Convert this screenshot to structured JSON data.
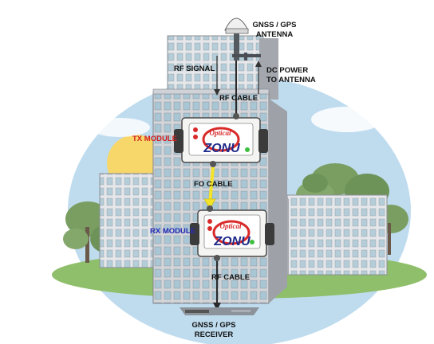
{
  "labels": {
    "antenna_line1": "GNSS / GPS",
    "antenna_line2": "ANTENNA",
    "rf_signal": "RF SIGNAL",
    "dc_power_line1": "DC POWER",
    "dc_power_line2": "TO ANTENNA",
    "rf_cable_top": "RF CABLE",
    "tx_module": "TX MODULE",
    "fo_cable": "FO CABLE",
    "rx_module": "RX MODULE",
    "rf_cable_bottom": "RF CABLE",
    "receiver_line1": "GNSS / GPS",
    "receiver_line2": "RECEIVER"
  },
  "logo": {
    "top_word": "Optical",
    "main_word": "ZONU"
  },
  "colors": {
    "tx_label": "#d42020",
    "rx_label": "#2a2ab8",
    "building_light": "#dcdde0",
    "building_dark": "#9ea2a8",
    "window": "#a7c5d3",
    "sky": "#bfdcef",
    "sun": "#f7d76a",
    "foliage": "#7a9e62",
    "grass": "#8fbf6a",
    "fo_cable": "#f2e32a"
  }
}
